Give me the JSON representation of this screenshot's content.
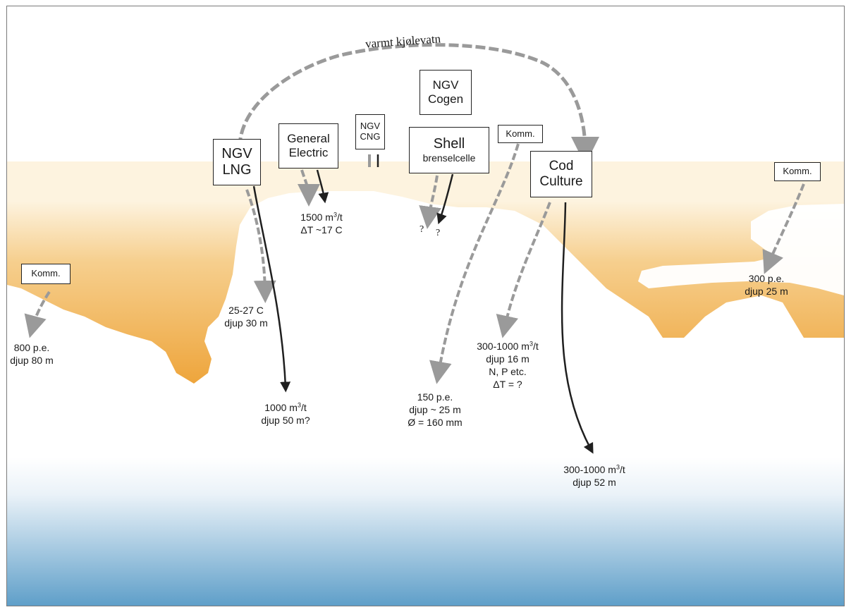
{
  "title_arc": "varmt kjølevatn",
  "facilities": {
    "ngv_lng": [
      "NGV",
      "LNG"
    ],
    "general_electric": [
      "General",
      "Electric"
    ],
    "ngv_cng": [
      "NGV",
      "CNG"
    ],
    "ngv_cogen": [
      "NGV",
      "Cogen"
    ],
    "shell": [
      "Shell",
      "brenselcelle"
    ],
    "komm_center": "Komm.",
    "cod_culture": [
      "Cod",
      "Culture"
    ],
    "komm_right": "Komm.",
    "komm_left": "Komm."
  },
  "annotations": {
    "left_outlet": [
      "800 p.e.",
      "djup 80 m"
    ],
    "lng_warm": [
      "25-27 C",
      "djup 30 m"
    ],
    "lng_intake_line1": "1000 m",
    "lng_intake_line1_sup": "3",
    "lng_intake_line1_end": "/t",
    "lng_intake_line2": "djup 50 m?",
    "ge_flow_line1": "1500 m",
    "ge_flow_line1_sup": "3",
    "ge_flow_line1_end": "/t",
    "ge_flow_line2": "ΔT ~17 C",
    "shell_q1": "?",
    "shell_q2": "?",
    "komm_center_outlet": [
      "150 p.e.",
      "djup ~ 25 m",
      "Ø = 160 mm"
    ],
    "cod_outlet_line1": "300-1000 m",
    "cod_outlet_line1_sup": "3",
    "cod_outlet_line1_end": "/t",
    "cod_outlet_rest": [
      "djup 16 m",
      "N, P etc.",
      "ΔT = ?"
    ],
    "cod_intake_line1": "300-1000 m",
    "cod_intake_line1_sup": "3",
    "cod_intake_line1_end": "/t",
    "cod_intake_line2": "djup 52 m",
    "right_outlet": [
      "300 p.e.",
      "djup 25 m"
    ]
  },
  "colors": {
    "land_top": "#fdf3df",
    "land_mid": "#f6cf8e",
    "land_bottom": "#eea53c",
    "sea_top": "#ffffff",
    "sea_bottom": "#5f9fc9",
    "gray_arrow": "#9a9a9a",
    "black_arrow": "#1f1f1f"
  }
}
